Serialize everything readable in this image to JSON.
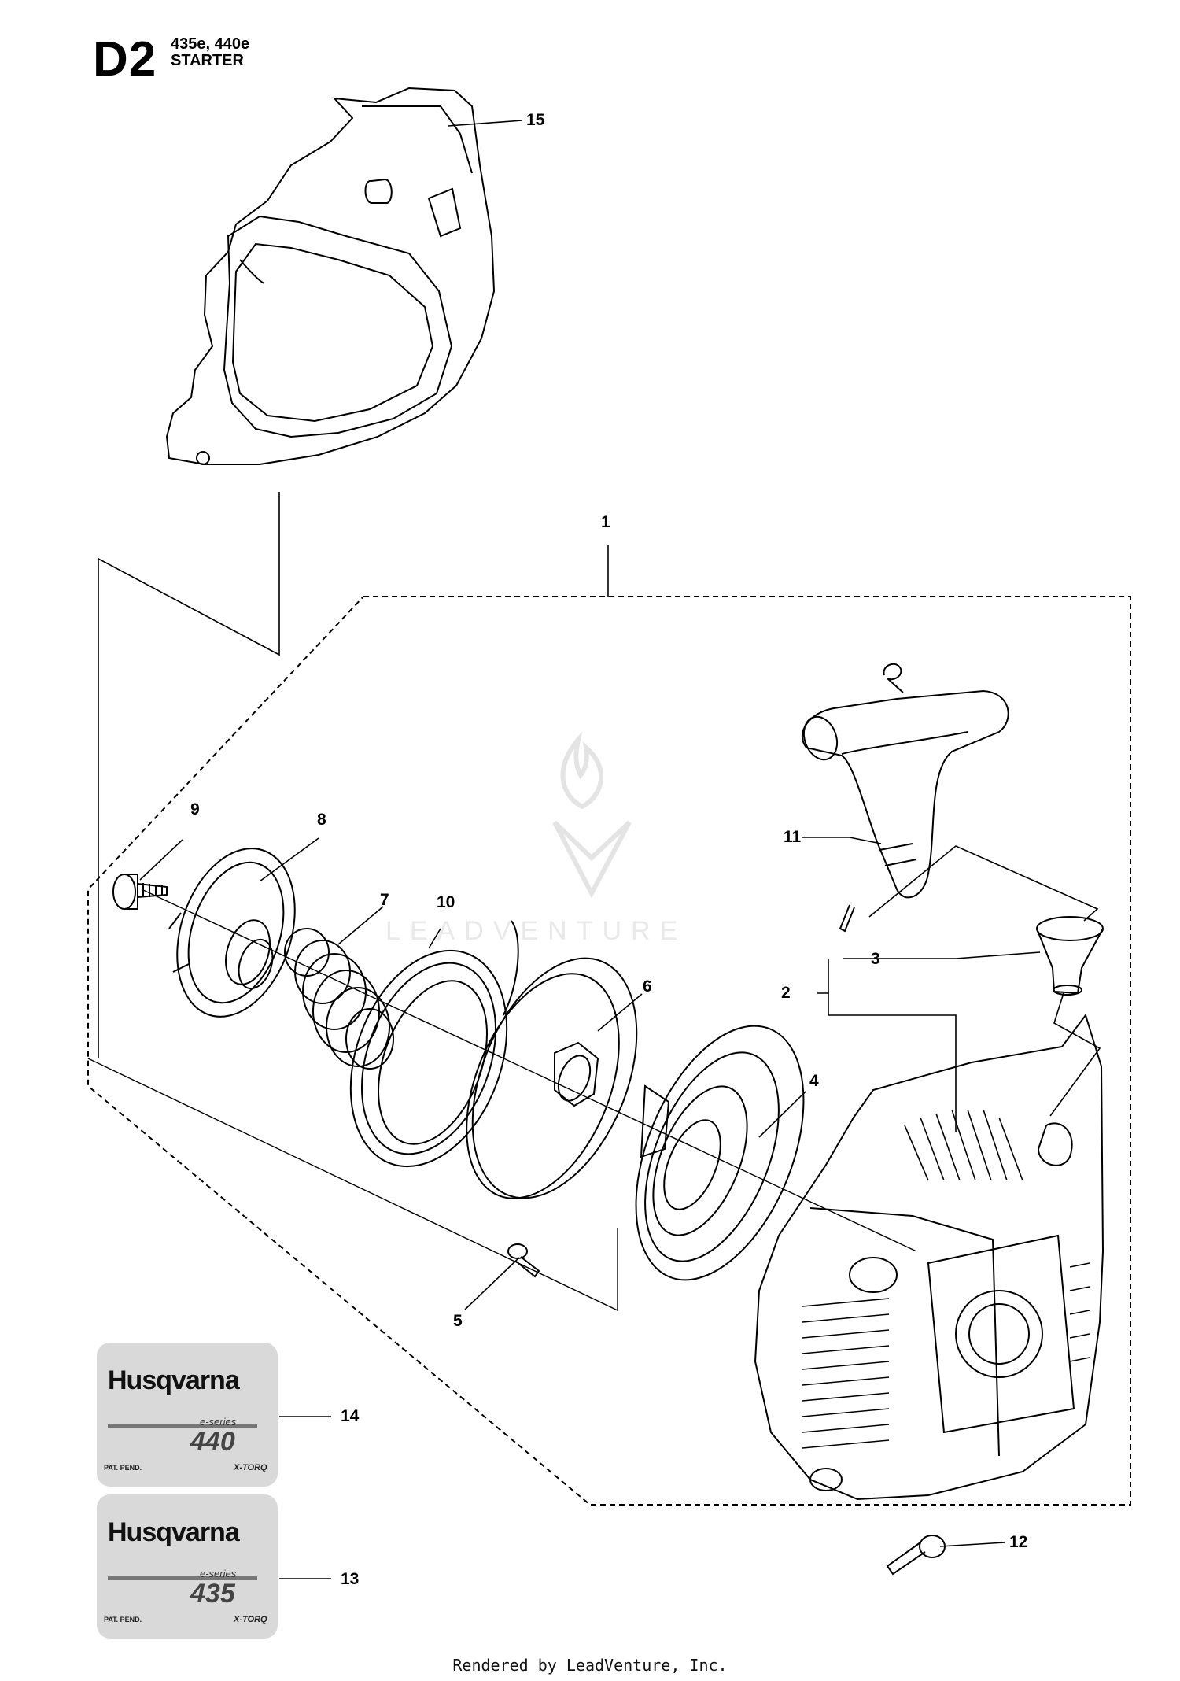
{
  "header": {
    "code": "D2",
    "models": "435e, 440e",
    "title": "STARTER"
  },
  "callouts": [
    "1",
    "2",
    "3",
    "4",
    "5",
    "6",
    "7",
    "8",
    "9",
    "10",
    "11",
    "12",
    "13",
    "14",
    "15"
  ],
  "decals": [
    {
      "brand": "Husqvarna",
      "series": "e-series",
      "model": "440",
      "patent": "PAT. PEND.",
      "tech": "X-TORQ"
    },
    {
      "brand": "Husqvarna",
      "series": "e-series",
      "model": "435",
      "patent": "PAT. PEND.",
      "tech": "X-TORQ"
    }
  ],
  "watermark": "LEADVENTURE",
  "footer": "Rendered by LeadVenture, Inc.",
  "colors": {
    "line": "#000000",
    "watermark": "#e9e9e9",
    "decal_bg": "#d9d9d9"
  }
}
